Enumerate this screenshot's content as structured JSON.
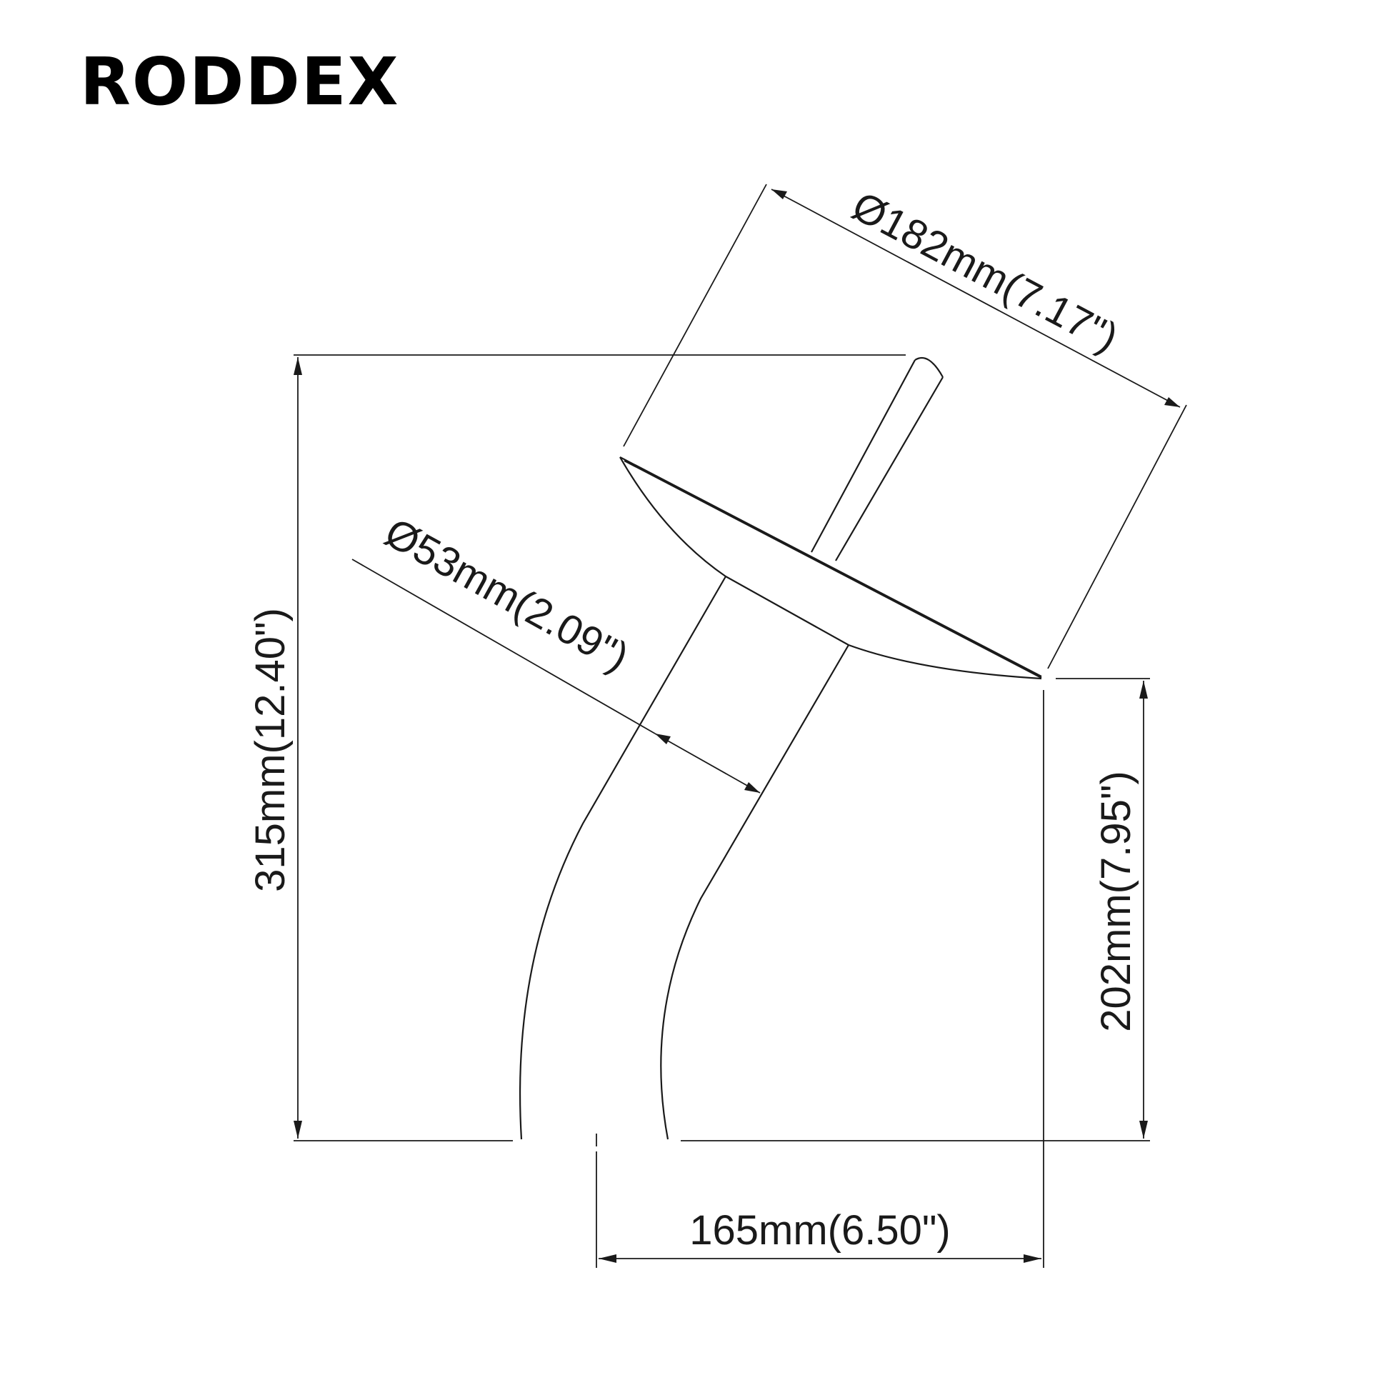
{
  "brand": {
    "logo_text": "RODDEX"
  },
  "dimensions": {
    "overall_height": "315mm(12.40\")",
    "spout_height": "202mm(7.95\")",
    "spout_reach": "165mm(6.50\")",
    "plate_diameter": "Ø182mm(7.17\")",
    "body_diameter": "Ø53mm(2.09\")"
  },
  "colors": {
    "line": "#1a1a1a",
    "background": "#ffffff"
  }
}
